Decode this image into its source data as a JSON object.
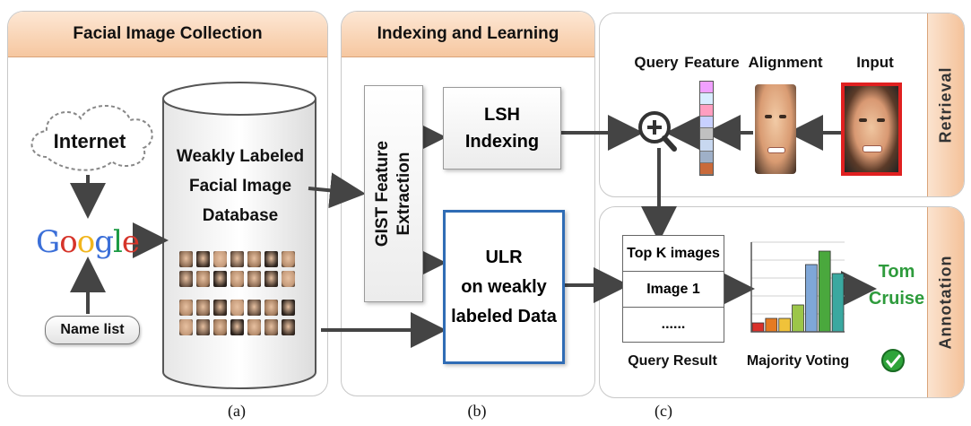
{
  "panels": {
    "a": {
      "title": "Facial Image Collection"
    },
    "b": {
      "title": "Indexing and Learning"
    },
    "retrieval": {
      "side": "Retrieval"
    },
    "annotation": {
      "side": "Annotation"
    }
  },
  "collection": {
    "internet": "Internet",
    "google": [
      "G",
      "o",
      "o",
      "g",
      "l",
      "e"
    ],
    "google_colors": [
      "#3b6fd8",
      "#d6342a",
      "#f1b51c",
      "#3b6fd8",
      "#1c9a44",
      "#d6342a"
    ],
    "name_list": "Name list",
    "db_lines": [
      "Weakly Labeled",
      "Facial Image",
      "Database"
    ]
  },
  "indexing": {
    "gist_lines": [
      "GIST Feature",
      "Extraction"
    ],
    "lsh_lines": [
      "LSH",
      "Indexing"
    ],
    "ulr_lines": [
      "ULR",
      "on weakly",
      "labeled Data"
    ]
  },
  "retrieval": {
    "labels": {
      "query": "Query",
      "feature": "Feature",
      "alignment": "Alignment",
      "input": "Input"
    },
    "feature_colors": [
      "#f0a0ff",
      "#d8ecff",
      "#ff9ec0",
      "#c8d0ff",
      "#c0c0c0",
      "#c8d8f0",
      "#9fb0c8",
      "#c96a3a"
    ]
  },
  "annotation": {
    "result_rows": [
      "Top K images",
      "Image 1",
      "......"
    ],
    "query_result": "Query Result",
    "majority_voting": "Majority Voting",
    "answer_lines": [
      "Tom",
      "Cruise"
    ],
    "answer_color": "#2e9b3c",
    "bar_values": [
      1,
      1.5,
      1.5,
      3,
      7.5,
      9,
      6.5
    ],
    "bar_colors": [
      "#d9302a",
      "#e57a21",
      "#f0c23a",
      "#9cc64a",
      "#7fa7d8",
      "#4aa83d",
      "#3aa8a0"
    ]
  },
  "captions": [
    "(a)",
    "(b)",
    "(c)"
  ]
}
